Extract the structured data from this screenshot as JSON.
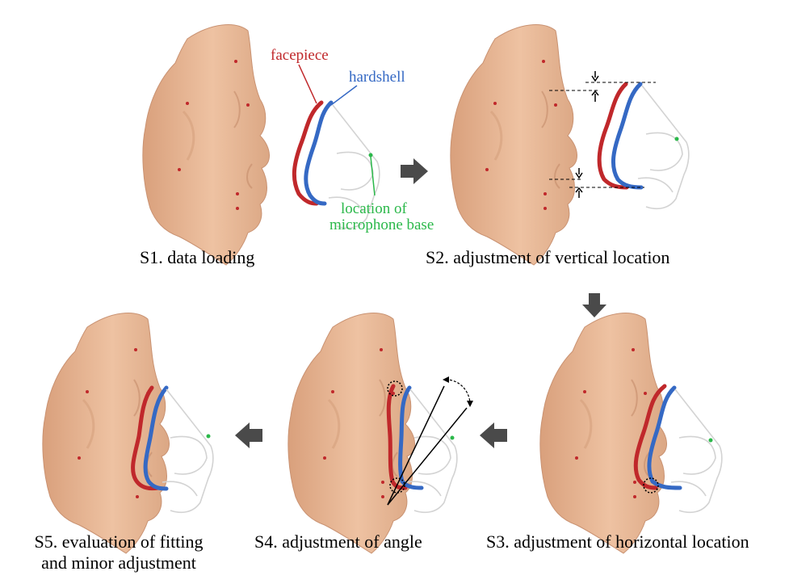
{
  "labels": {
    "facepiece": "facepiece",
    "hardshell": "hardshell",
    "location_line1": "location  of",
    "location_line2": "microphone  base"
  },
  "captions": {
    "s1": "S1. data loading",
    "s2": "S2. adjustment of vertical location",
    "s3": "S3. adjustment of horizontal location",
    "s4": "S4. adjustment of angle",
    "s5_line1": "S5. evaluation  of  fitting",
    "s5_line2": "and minor adjustment"
  },
  "colors": {
    "face": "#e9b896",
    "face_shadow": "#c58f6c",
    "facepiece": "#c0282b",
    "hardshell": "#3569c4",
    "mic": "#2bb84a",
    "arrow": "#4a4a4a",
    "landmark": "#c0282b",
    "outline": "#d3d3d3"
  }
}
